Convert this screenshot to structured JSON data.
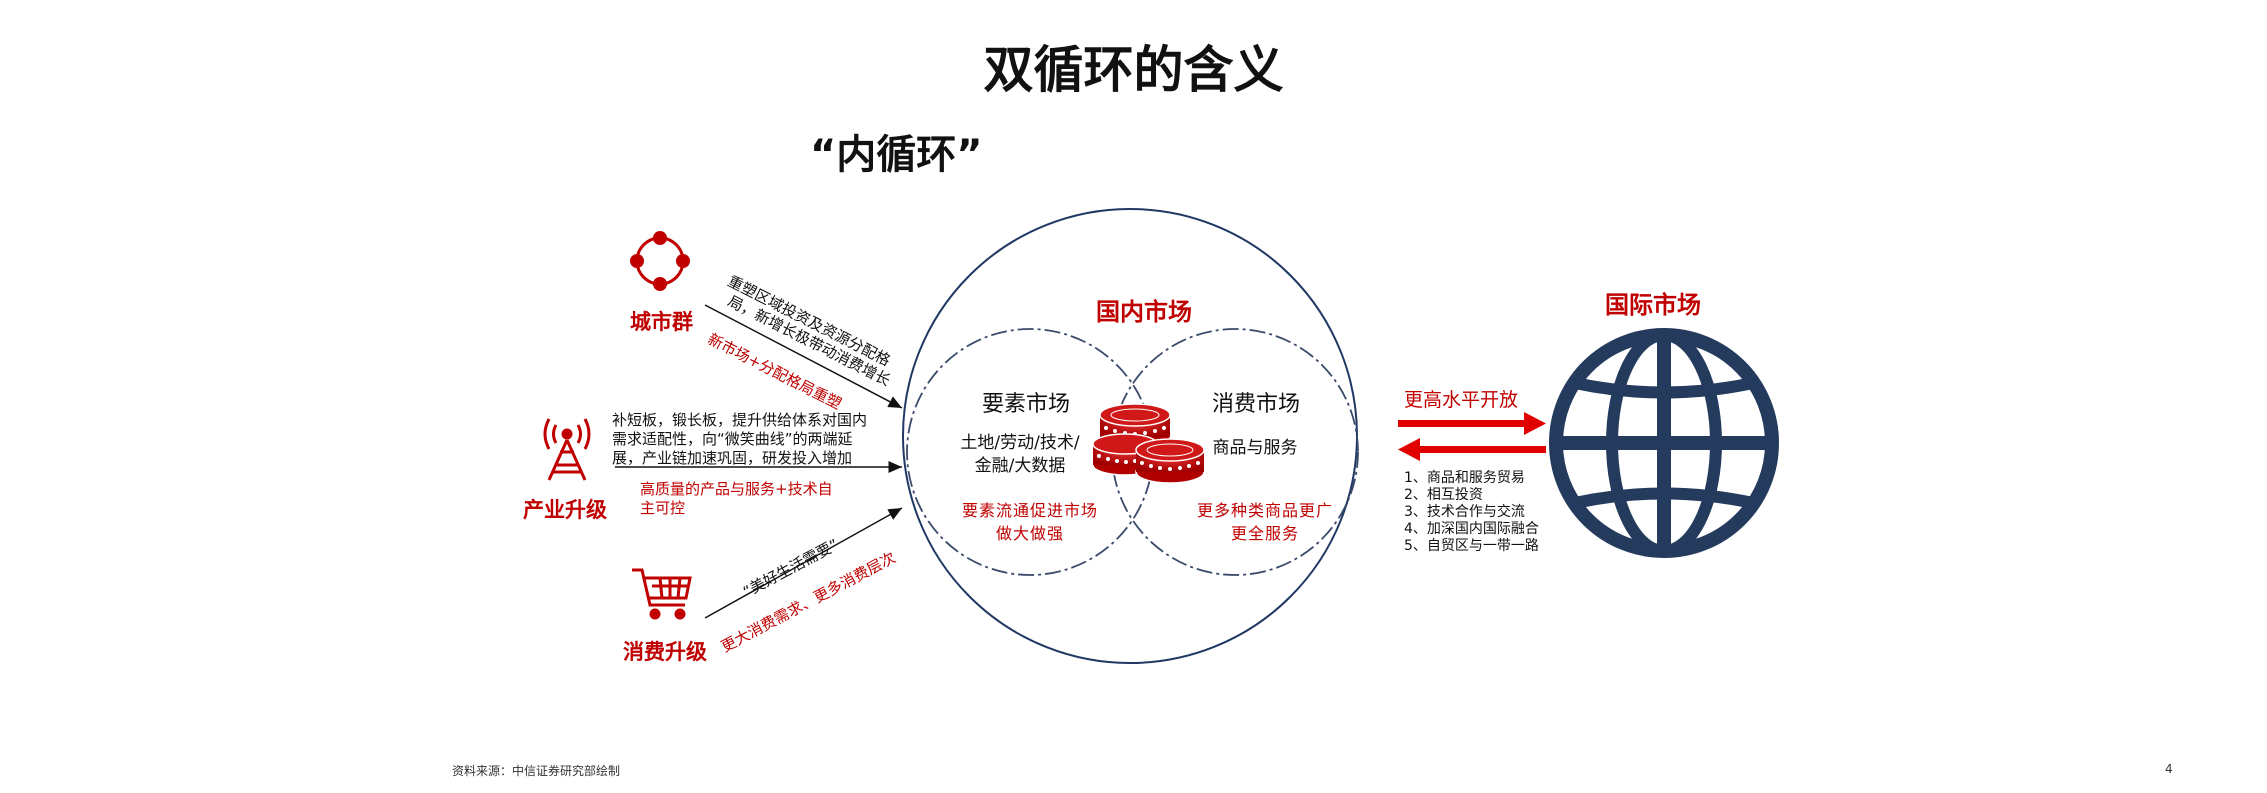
{
  "title": "双循环的含义",
  "subtitle": "“内循环”",
  "drivers": [
    {
      "label": "城市群",
      "desc": "重塑区域投资及资源分配格局，新增长极带动消费增长",
      "desc_line1": "重塑区域投资及资源分配格",
      "desc_line2": "局，新增长极带动消费增长",
      "red": "新市场+分配格局重塑"
    },
    {
      "label": "产业升级",
      "desc_line1": "补短板，锻长板，提升供给体系对国内",
      "desc_line2": "需求适配性，向“微笑曲线”的两端延",
      "desc_line3": "展，产业链加速巩固，研发投入增加",
      "red_line1": "高质量的产品与服务+技术自",
      "red_line2": "主可控"
    },
    {
      "label": "消费升级",
      "desc": "“美好生活需要”",
      "red": "更大消费需求、更多消费层次"
    }
  ],
  "domestic": {
    "title": "国内市场",
    "factor": {
      "title": "要素市场",
      "text_line1": "土地/劳动/技术/",
      "text_line2": "金融/大数据",
      "red_line1": "要素流通促进市场",
      "red_line2": "做大做强"
    },
    "consumer": {
      "title": "消费市场",
      "text": "商品与服务",
      "red_line1": "更多种类商品更广",
      "red_line2": "更全服务"
    }
  },
  "connector": {
    "label": "更高水平开放",
    "items": [
      "1、商品和服务贸易",
      "2、相互投资",
      "3、技术合作与交流",
      "4、加深国内国际融合",
      "5、自贸区与一带一路"
    ]
  },
  "international": {
    "title": "国际市场"
  },
  "footer": {
    "source": "资料来源：中信证券研究部绘制",
    "page": "4"
  },
  "colors": {
    "accent_red": "#c00000",
    "globe_navy": "#243b5e",
    "circle_border": "#1f3864"
  },
  "icons": [
    "city-cluster-icon",
    "tower-icon",
    "shopping-cart-icon",
    "coins-icon",
    "globe-icon"
  ]
}
